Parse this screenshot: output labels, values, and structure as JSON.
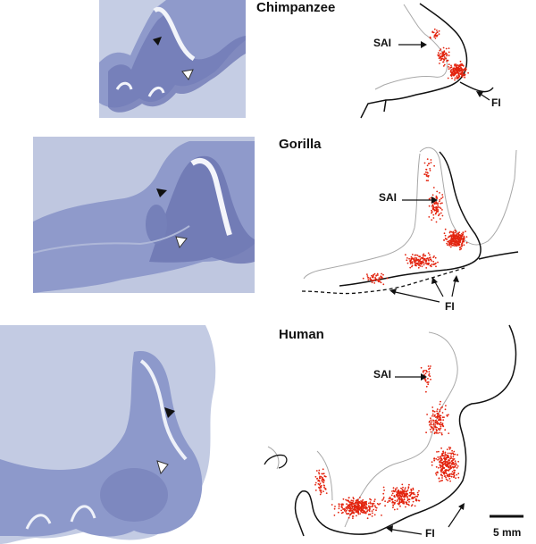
{
  "panels": [
    {
      "species": "Chimpanzee",
      "sai_label": "SAI",
      "fi_label": "FI"
    },
    {
      "species": "Gorilla",
      "sai_label": "SAI",
      "fi_label": "FI"
    },
    {
      "species": "Human",
      "sai_label": "SAI",
      "fi_label": "FI"
    }
  ],
  "scale_bar": {
    "label": "5 mm"
  },
  "colors": {
    "stain_light": "#c3cbe3",
    "stain_mid": "#8f9ccc",
    "stain_dark": "#6f78b4",
    "dots": "#e3240f",
    "outline": "#111111",
    "pial_outline": "#a8a8a8",
    "arrow_black": "#111111",
    "arrow_white": "#ffffff"
  },
  "arrowheads": [
    "black-arrowhead",
    "white-arrowhead"
  ]
}
